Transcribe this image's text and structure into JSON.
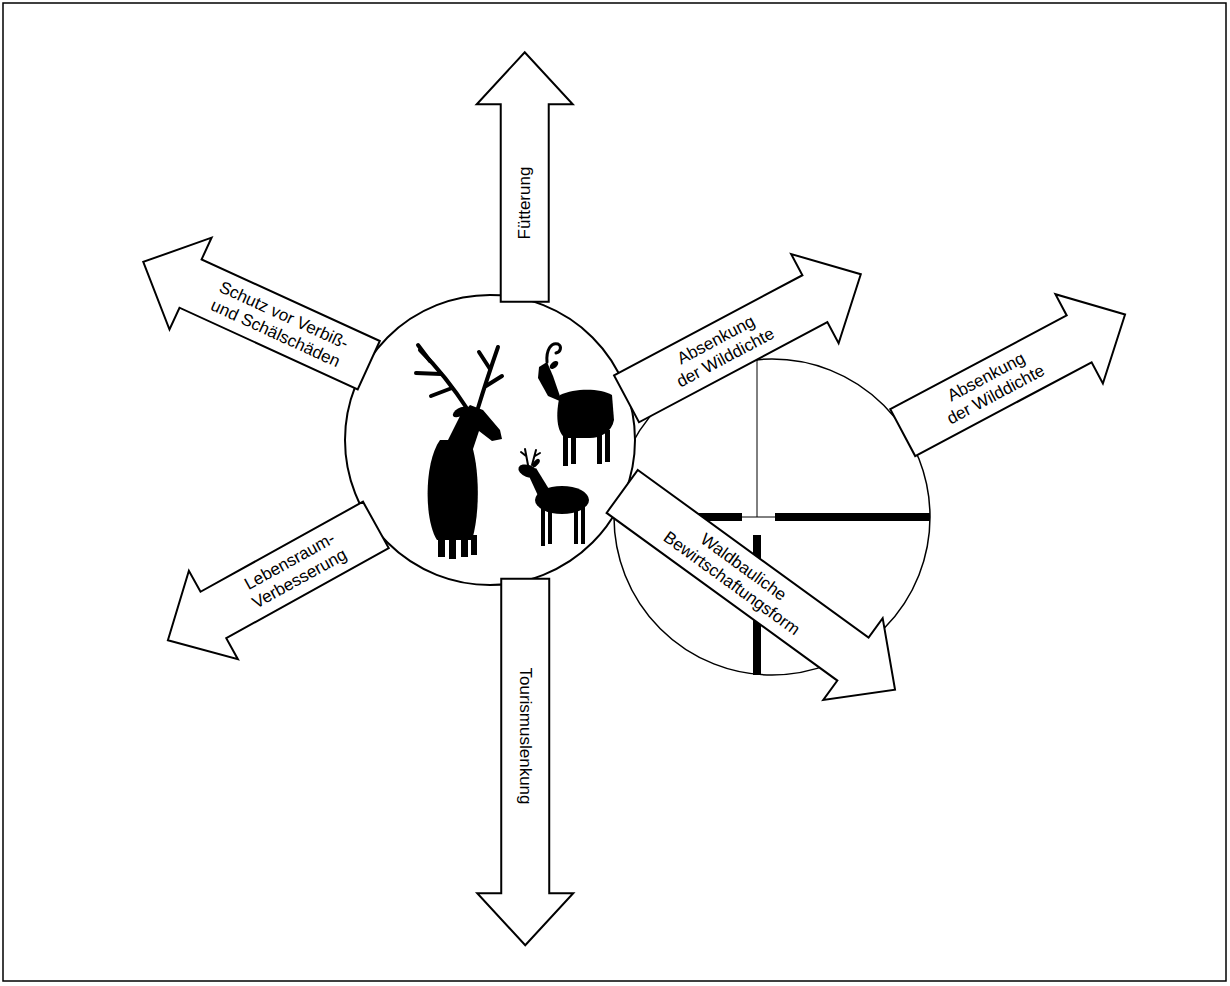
{
  "diagram": {
    "nodes": [
      {
        "text": [
          "Fütterung"
        ]
      },
      {
        "text": [
          "Schutz vor Verbiß- und Schälschäden"
        ]
      },
      {
        "text": [
          "Absenkung der Wilddichte"
        ]
      },
      {
        "text": [
          "Absenkung der Wilddichte"
        ]
      },
      {
        "text": [
          "Lebensraum- Verbesserung"
        ]
      },
      {
        "text": [
          "Waldbauliche Bewirtschaftungsform"
        ]
      },
      {
        "text": [
          "Tourismuslenkung"
        ]
      }
    ]
  }
}
